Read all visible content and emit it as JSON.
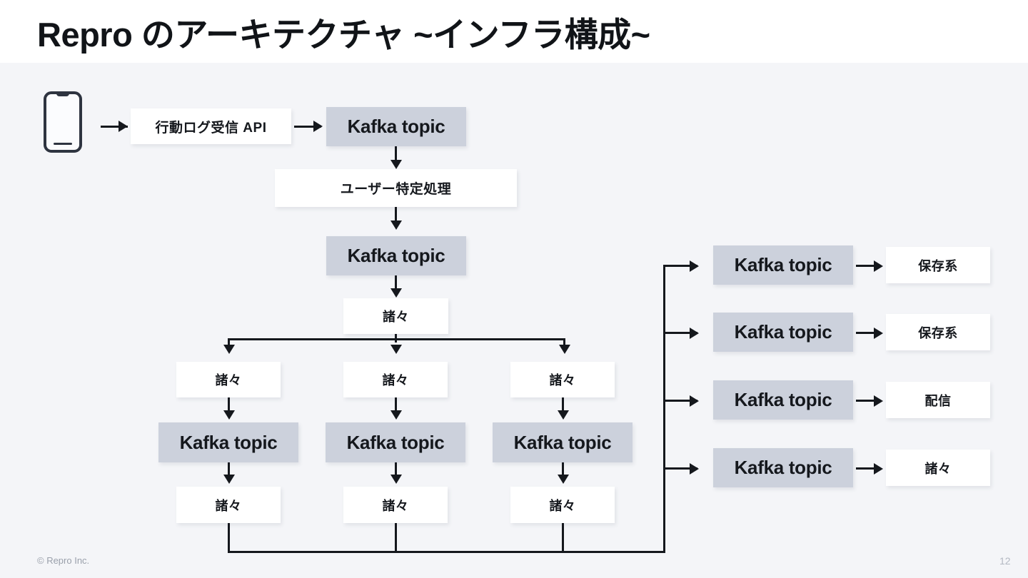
{
  "slide": {
    "title": "Repro のアーキテクチャ ~インフラ構成~",
    "copyright": "© Repro Inc.",
    "page_number": "12"
  },
  "colors": {
    "header_bg": "#ffffff",
    "body_bg": "#f4f5f8",
    "kafka_box_bg": "#ccd1dc",
    "plain_box_bg": "#ffffff",
    "line": "#15181d",
    "text": "#15181d",
    "footer_text": "#9aa0ab"
  },
  "icons": {
    "device": "mobile-phone-icon"
  },
  "diagram": {
    "type": "flow",
    "ingest": {
      "api_box": "行動ログ受信 API",
      "kafka_topic_1": "Kafka topic",
      "user_identify": "ユーザー特定処理",
      "kafka_topic_2": "Kafka topic",
      "fanout_label": "諸々"
    },
    "branches": [
      {
        "process": "諸々",
        "kafka": "Kafka topic",
        "post": "諸々"
      },
      {
        "process": "諸々",
        "kafka": "Kafka topic",
        "post": "諸々"
      },
      {
        "process": "諸々",
        "kafka": "Kafka topic",
        "post": "諸々"
      }
    ],
    "sinks": [
      {
        "kafka": "Kafka topic",
        "consumer": "保存系"
      },
      {
        "kafka": "Kafka topic",
        "consumer": "保存系"
      },
      {
        "kafka": "Kafka topic",
        "consumer": "配信"
      },
      {
        "kafka": "Kafka topic",
        "consumer": "諸々"
      }
    ]
  }
}
